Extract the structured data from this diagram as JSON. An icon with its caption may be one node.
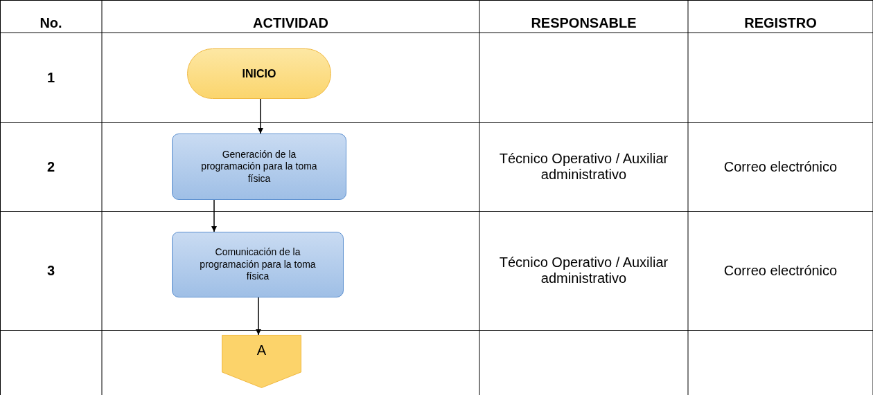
{
  "diagram": {
    "nodes": [
      {
        "text": [
          "INICIO"
        ]
      },
      {
        "text": [
          "Generación de la programación para la toma física"
        ]
      },
      {
        "text": [
          "Comunicación de la programación para la toma física"
        ]
      },
      {
        "text": [
          "A"
        ]
      }
    ],
    "edges": [
      {
        "from": 0,
        "to": 1,
        "arrow": "to"
      },
      {
        "from": 1,
        "to": 2,
        "arrow": "to"
      },
      {
        "from": 2,
        "to": 3,
        "arrow": "to"
      }
    ],
    "labels": [
      "No.",
      "ACTIVIDAD",
      "RESPONSABLE",
      "REGISTRO",
      "1",
      "2",
      "Técnico Operativo / Auxiliar administrativo",
      "Correo electrónico",
      "3",
      "Técnico Operativo / Auxiliar administrativo",
      "Correo electrónico"
    ]
  }
}
